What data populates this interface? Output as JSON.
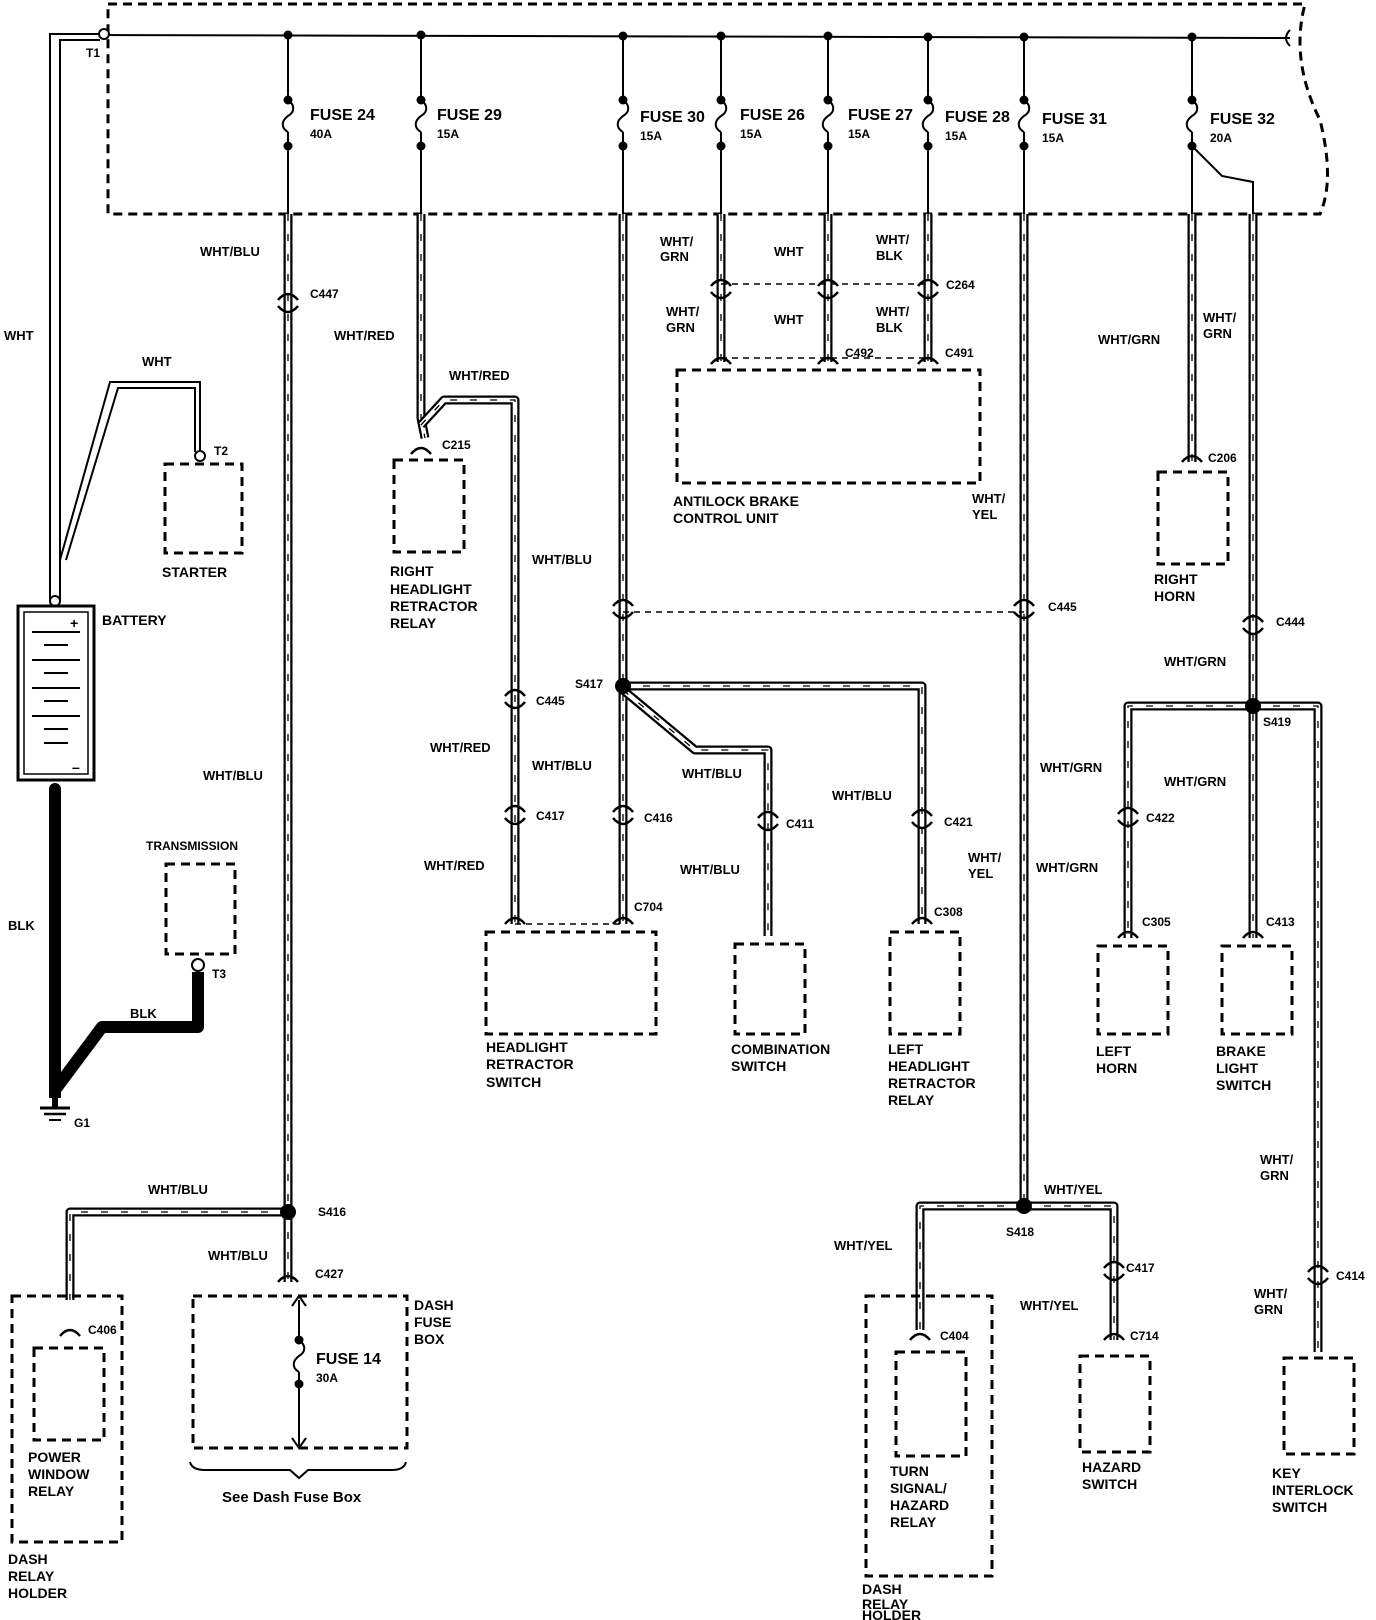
{
  "fuses": [
    {
      "id": "f24",
      "name": "FUSE 24",
      "rating": "40A"
    },
    {
      "id": "f29",
      "name": "FUSE 29",
      "rating": "15A"
    },
    {
      "id": "f30",
      "name": "FUSE 30",
      "rating": "15A"
    },
    {
      "id": "f26",
      "name": "FUSE 26",
      "rating": "15A"
    },
    {
      "id": "f27",
      "name": "FUSE 27",
      "rating": "15A"
    },
    {
      "id": "f28",
      "name": "FUSE 28",
      "rating": "15A"
    },
    {
      "id": "f31",
      "name": "FUSE 31",
      "rating": "15A"
    },
    {
      "id": "f32",
      "name": "FUSE 32",
      "rating": "20A"
    },
    {
      "id": "f14",
      "name": "FUSE 14",
      "rating": "30A"
    }
  ],
  "terminals": {
    "t1": "T1",
    "t2": "T2",
    "t3": "T3",
    "g1": "G1"
  },
  "components": {
    "starter": "STARTER",
    "battery": "BATTERY",
    "battery_plus": "+",
    "battery_minus": "–",
    "transmission": "TRANSMISSION",
    "right_headlight_relay": [
      "RIGHT",
      "HEADLIGHT",
      "RETRACTOR",
      "RELAY"
    ],
    "abs_unit": [
      "ANTILOCK BRAKE",
      "CONTROL UNIT"
    ],
    "right_horn": [
      "RIGHT",
      "HORN"
    ],
    "headlight_switch": [
      "HEADLIGHT",
      "RETRACTOR",
      "SWITCH"
    ],
    "combination_switch": [
      "COMBINATION",
      "SWITCH"
    ],
    "left_headlight_relay": [
      "LEFT",
      "HEADLIGHT",
      "RETRACTOR",
      "RELAY"
    ],
    "left_horn": [
      "LEFT",
      "HORN"
    ],
    "brake_light_switch": [
      "BRAKE",
      "LIGHT",
      "SWITCH"
    ],
    "power_window_relay": [
      "POWER",
      "WINDOW",
      "RELAY"
    ],
    "dash_relay_holder_left": [
      "DASH",
      "RELAY",
      "HOLDER"
    ],
    "dash_fuse_box": [
      "DASH",
      "FUSE",
      "BOX"
    ],
    "see_dash_fuse_box": "See Dash Fuse Box",
    "turn_signal_relay": [
      "TURN",
      "SIGNAL/",
      "HAZARD",
      "RELAY"
    ],
    "dash_relay_holder_right": [
      "DASH",
      "RELAY",
      "HOLDER"
    ],
    "hazard_switch": [
      "HAZARD",
      "SWITCH"
    ],
    "key_interlock_switch": [
      "KEY",
      "INTERLOCK",
      "SWITCH"
    ]
  },
  "connectors": {
    "c447": "C447",
    "c215": "C215",
    "c264": "C264",
    "c492": "C492",
    "c491": "C491",
    "c206": "C206",
    "c445_a": "C445",
    "c445_b": "C445",
    "c444": "C444",
    "s417": "S417",
    "s419": "S419",
    "c417_a": "C417",
    "c416": "C416",
    "c411": "C411",
    "c421": "C421",
    "c422": "C422",
    "c704": "C704",
    "c308": "C308",
    "c305": "C305",
    "c413": "C413",
    "s416": "S416",
    "c427": "C427",
    "c406": "C406",
    "s418": "S418",
    "c417_b": "C417",
    "c404": "C404",
    "c714": "C714",
    "c414": "C414"
  },
  "wires": {
    "wht_left": "WHT",
    "wht_starter": "WHT",
    "wht_blu_f24_top": "WHT/BLU",
    "wht_blu_f24_mid": "WHT/BLU",
    "wht_red_f29": "WHT/RED",
    "wht_red_f29_branch": "WHT/RED",
    "wht_red_c445": "WHT/RED",
    "wht_red_c417": "WHT/RED",
    "wht_grn_f26_top": "WHT/",
    "wht_grn_f26_top2": "GRN",
    "wht_grn_f26_bot": "WHT/",
    "wht_grn_f26_bot2": "GRN",
    "wht_f27_top": "WHT",
    "wht_f27_bot": "WHT",
    "wht_blk_f28_top": "WHT/",
    "wht_blk_f28_top2": "BLK",
    "wht_blk_f28_bot": "WHT/",
    "wht_blk_f28_bot2": "BLK",
    "wht_grn_f32": "WHT/GRN",
    "wht_grn_f32b": "WHT/",
    "wht_grn_f32b2": "GRN",
    "wht_yel_f31": "WHT/",
    "wht_yel_f312": "YEL",
    "wht_blu_f30": "WHT/BLU",
    "wht_grn_c444": "WHT/GRN",
    "wht_blu_c416": "WHT/BLU",
    "wht_blu_comb": "WHT/BLU",
    "wht_blu_comb2": "WHT/BLU",
    "wht_blu_left_relay": "WHT/BLU",
    "wht_yel_mid": "WHT/",
    "wht_yel_mid2": "YEL",
    "wht_grn_lhorn": "WHT/GRN",
    "wht_grn_lhorn2": "WHT/GRN",
    "wht_grn_brake": "WHT/GRN",
    "blk_vert": "BLK",
    "blk_horiz": "BLK",
    "wht_blu_s416_left": "WHT/BLU",
    "wht_blu_s416_down": "WHT/BLU",
    "wht_yel_s418": "WHT/YEL",
    "wht_yel_s418_left": "WHT/YEL",
    "wht_yel_hazard": "WHT/YEL",
    "wht_grn_key": "WHT/",
    "wht_grn_key2": "GRN",
    "wht_grn_key3": "WHT/",
    "wht_grn_key4": "GRN"
  }
}
